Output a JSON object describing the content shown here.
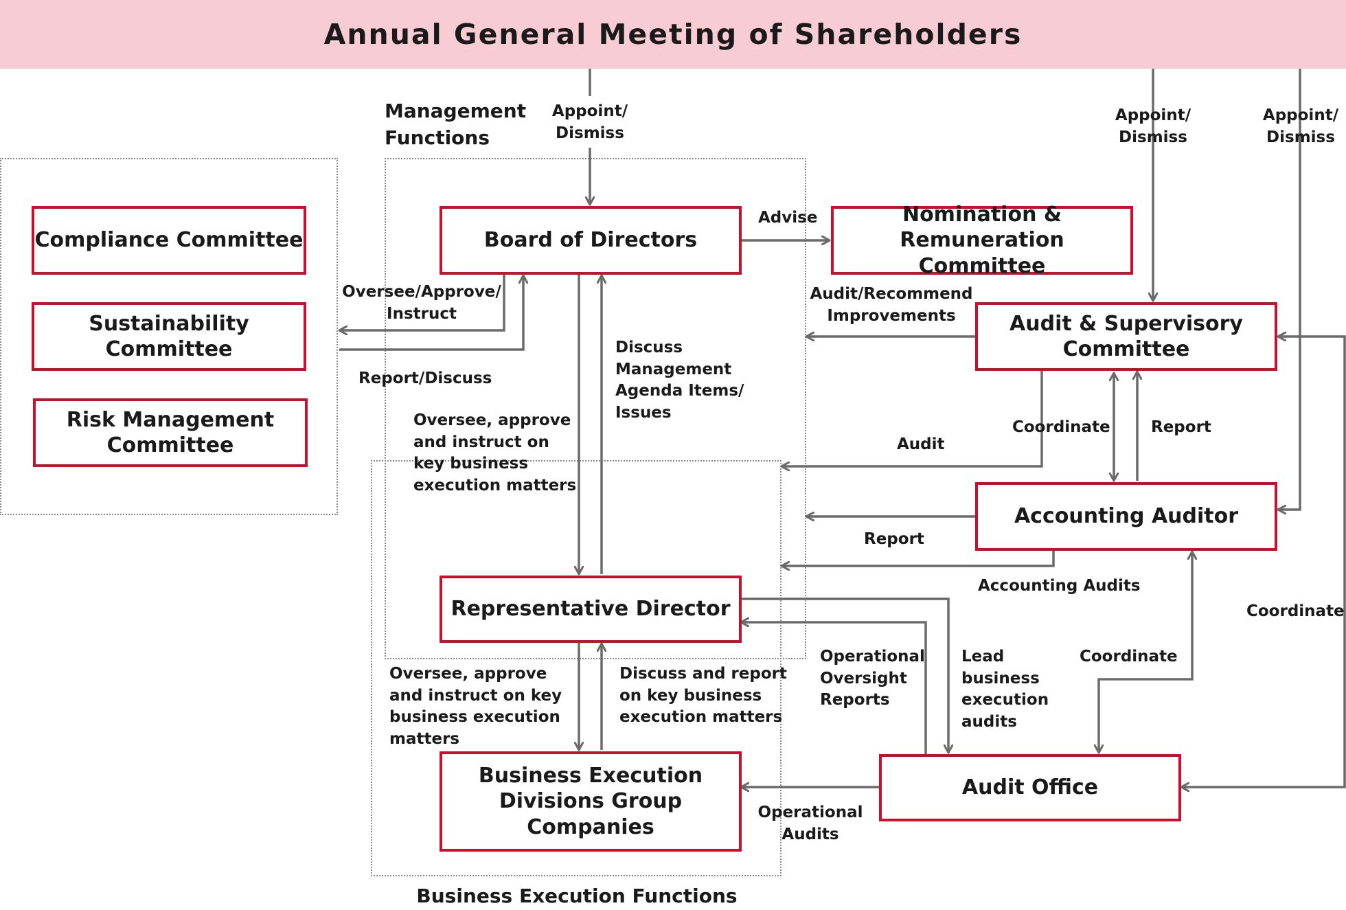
{
  "banner": {
    "title": "Annual General Meeting of Shareholders",
    "color": "#f8ccd4"
  },
  "groups": {
    "management": "Management\nFunctions",
    "business_execution": "Business Execution Functions"
  },
  "committees": [
    "Compliance Committee",
    "Sustainability Committee",
    "Risk Management\nCommittee"
  ],
  "nodes": {
    "board": "Board of Directors",
    "nomination": "Nomination &\nRemuneration Committee",
    "audit_supervisory": "Audit & Supervisory\nCommittee",
    "accounting_auditor": "Accounting Auditor",
    "representative_director": "Representative Director",
    "business_execution": "Business Execution\nDivisions Group Companies",
    "audit_office": "Audit Office"
  },
  "edge_labels": {
    "appoint_board": "Appoint/\nDismiss",
    "appoint_audit_sup": "Appoint/\nDismiss",
    "appoint_accounting": "Appoint/\nDismiss",
    "advise": "Advise",
    "oversee_committees": "Oversee/Approve/\nInstruct",
    "report_discuss": "Report/Discuss",
    "audit_recommend": "Audit/Recommend\nImprovements",
    "discuss_management": "Discuss\nManagement\nAgenda Items/\nIssues",
    "oversee_key_matters": "Oversee, approve\nand instruct on\nkey business\nexecution matters",
    "coordinate_sup_acc": "Coordinate",
    "report_acc_to_sup": "Report",
    "audit": "Audit",
    "report_acc": "Report",
    "accounting_audits": "Accounting Audits",
    "coordinate_right": "Coordinate",
    "operational_oversight": "Operational\nOversight\nReports",
    "lead_audits": "Lead\nbusiness\nexecution\naudits",
    "coordinate_office_acc": "Coordinate",
    "oversee_business": "Oversee, approve\nand instruct on key\nbusiness execution\nmatters",
    "discuss_report": "Discuss and report\non key business\nexecution matters",
    "operational_audits": "Operational\nAudits"
  },
  "colors": {
    "box_border": "#c8102e",
    "arrow": "#6a6a6a",
    "region_border": "#8a8a8a"
  }
}
